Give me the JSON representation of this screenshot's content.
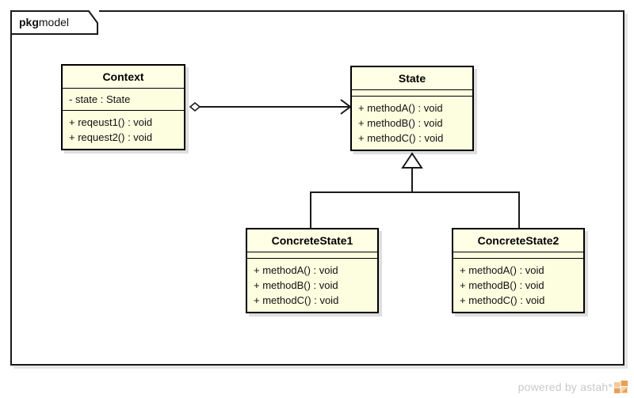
{
  "frame": {
    "stereotype": "pkg",
    "name": "model"
  },
  "classes": [
    {
      "id": "context",
      "name": "Context",
      "attributes": [
        "- state : State"
      ],
      "operations": [
        "+ reqeust1() : void",
        "+ request2() : void"
      ]
    },
    {
      "id": "state",
      "name": "State",
      "attributes": [],
      "operations": [
        "+ methodA() : void",
        "+ methodB() : void",
        "+ methodC() : void"
      ]
    },
    {
      "id": "concrete-state-1",
      "name": "ConcreteState1",
      "attributes": [],
      "operations": [
        "+ methodA() : void",
        "+ methodB() : void",
        "+ methodC() : void"
      ]
    },
    {
      "id": "concrete-state-2",
      "name": "ConcreteState2",
      "attributes": [],
      "operations": [
        "+ methodA() : void",
        "+ methodB() : void",
        "+ methodC() : void"
      ]
    }
  ],
  "relationships": [
    {
      "id": "context-state-aggregation",
      "type": "aggregation",
      "source": "Context",
      "target": "State",
      "source_decoration": "hollow-diamond",
      "target_decoration": "open-arrow"
    },
    {
      "id": "concretestate1-state-generalization",
      "type": "generalization",
      "source": "ConcreteState1",
      "target": "State",
      "target_decoration": "hollow-triangle"
    },
    {
      "id": "concretestate2-state-generalization",
      "type": "generalization",
      "source": "ConcreteState2",
      "target": "State",
      "target_decoration": "hollow-triangle"
    }
  ],
  "watermark": {
    "text": "powered by astah*",
    "logo_color": "#e8a055"
  },
  "colors": {
    "class_fill": "#feffe4",
    "class_border": "#000000",
    "frame_border": "#1a1a1a",
    "line": "#1a1a1a",
    "watermark_text": "#c9c9c9"
  }
}
